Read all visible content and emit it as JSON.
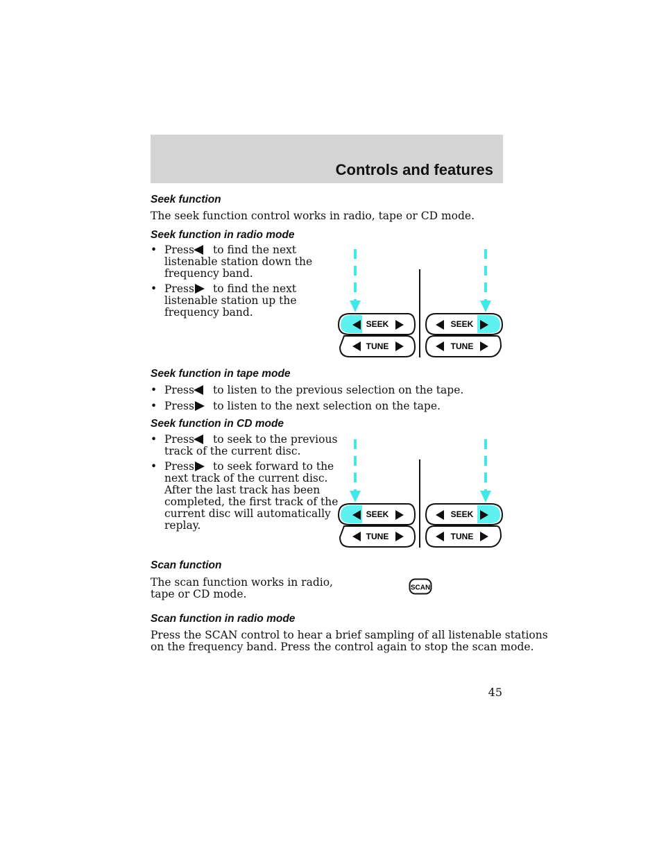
{
  "header": {
    "title": "Controls and features"
  },
  "seek": {
    "heading": "Seek function",
    "intro": "The seek function control works in radio, tape or CD mode.",
    "radio": {
      "heading": "Seek function in radio mode",
      "b1_a": "Press",
      "b1_b": "to find the next",
      "b1_c": "listenable station down the",
      "b1_d": "frequency band.",
      "b2_a": "Press",
      "b2_b": "to find the next",
      "b2_c": "listenable station up the",
      "b2_d": "frequency band."
    },
    "tape": {
      "heading": "Seek function in tape mode",
      "b1_a": "Press",
      "b1_b": "to listen to the previous selection on the tape.",
      "b2_a": "Press",
      "b2_b": "to listen to the next selection on the tape."
    },
    "cd": {
      "heading": "Seek function in CD mode",
      "b1_a": "Press",
      "b1_b": "to seek to the previous",
      "b1_c": "track of the current disc.",
      "b2_a": "Press",
      "b2_b": "to seek forward to the",
      "b2_c": "next track of the current disc.",
      "b2_d": "After the last track has been",
      "b2_e": "completed, the first track of the",
      "b2_f": "current disc will automatically",
      "b2_g": "replay."
    }
  },
  "diagram_labels": {
    "seek": "SEEK",
    "tune": "TUNE"
  },
  "scan": {
    "heading": "Scan function",
    "intro_1": "The scan function works in radio,",
    "intro_2": "tape or CD mode.",
    "icon_label": "SCAN",
    "radio_heading": "Scan function in radio mode",
    "radio_p1": "Press the SCAN control to hear a brief sampling of all listenable stations",
    "radio_p2": "on the frequency band. Press the control again to stop the scan mode."
  },
  "page_number": "45",
  "colors": {
    "header_band": "#d4d4d4",
    "highlight": "#5ff0f0",
    "arrow": "#40e8e8"
  }
}
